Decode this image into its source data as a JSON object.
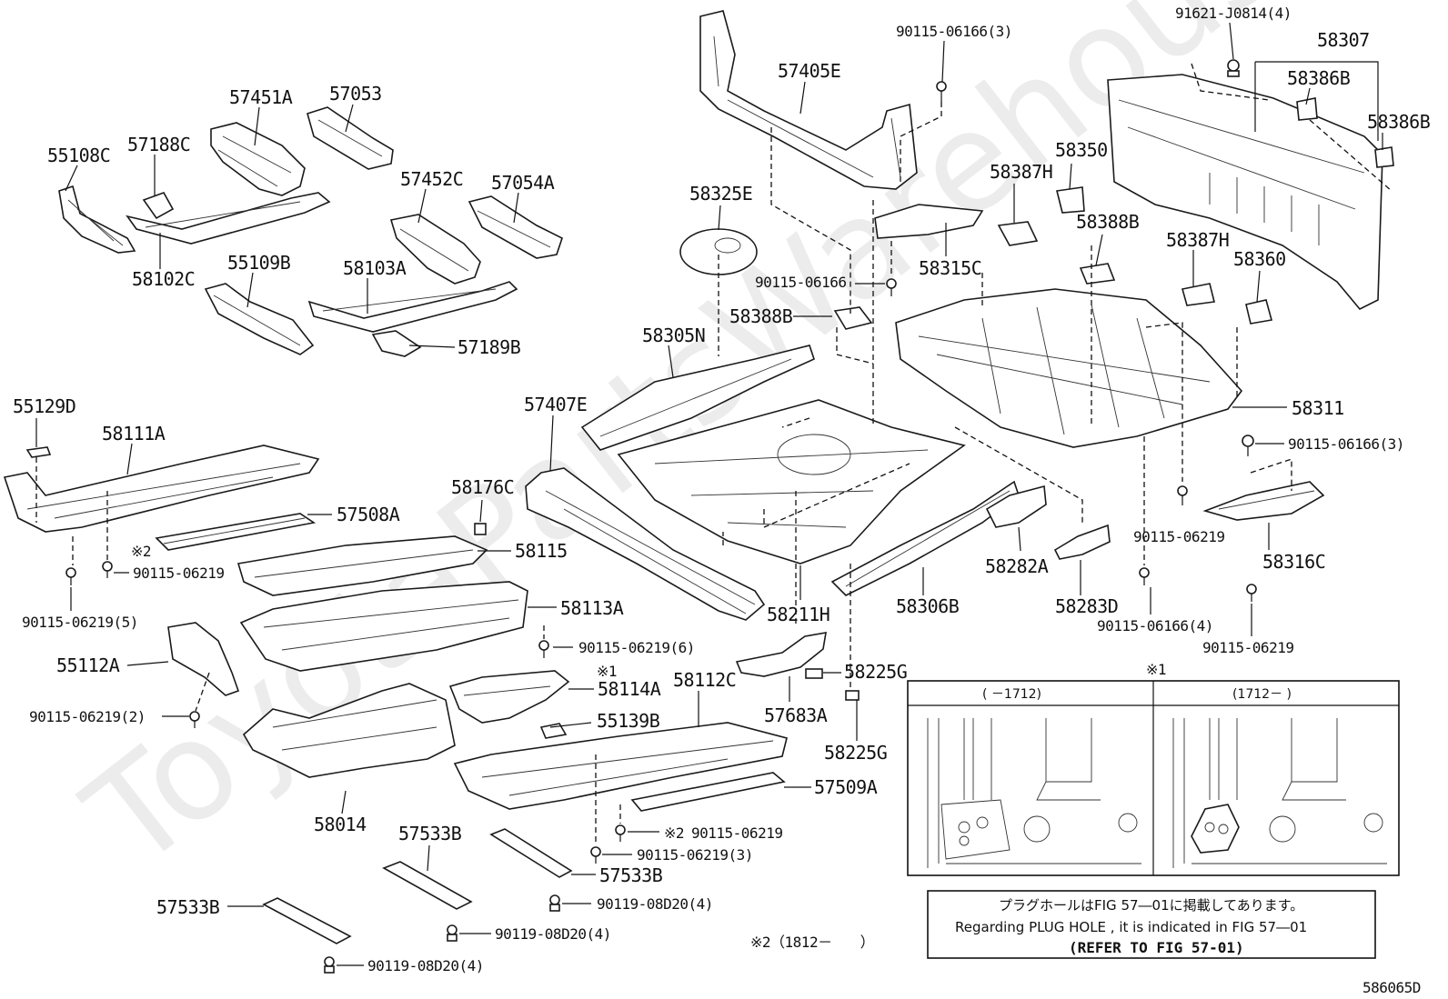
{
  "watermark": "ToyotaPartsWarehouse",
  "diagram_code": "586065D",
  "labels": {
    "p55108C": "55108C",
    "p57188C": "57188C",
    "p57451A": "57451A",
    "p57053": "57053",
    "p57452C": "57452C",
    "p57054A": "57054A",
    "p58102C": "58102C",
    "p55109B": "55109B",
    "p58103A": "58103A",
    "p57189B": "57189B",
    "p57405E": "57405E",
    "p90115_06166_3a": "90115-06166(3)",
    "p91621": "91621-J0814(4)",
    "p58307": "58307",
    "p58386B_a": "58386B",
    "p58386B_b": "58386B",
    "p58350": "58350",
    "p58387H_a": "58387H",
    "p58388B_a": "58388B",
    "p58387H_b": "58387H",
    "p58360": "58360",
    "p58325E": "58325E",
    "p90115_06166": "90115-06166",
    "p58315C": "58315C",
    "p58388B_b": "58388B",
    "p58305N": "58305N",
    "p58311": "58311",
    "p90115_06166_3b": "90115-06166(3)",
    "p55129D": "55129D",
    "p58111A": "58111A",
    "p57407E": "57407E",
    "p58176C": "58176C",
    "p57508A": "57508A",
    "p58115": "58115",
    "p90115_06219_a": "90115-06219",
    "p90115_06219_5": "90115-06219(5)",
    "p58113A": "58113A",
    "p90115_06219_6": "90115-06219(6)",
    "p55112A": "55112A",
    "p58114A": "58114A",
    "p90115_06219_2": "90115-06219(2)",
    "p58112C": "58112C",
    "p55139B": "55139B",
    "p57509A": "57509A",
    "p58014": "58014",
    "p90115_06219_b": "90115-06219",
    "p90115_06219_3": "90115-06219(3)",
    "p57533B_a": "57533B",
    "p57533B_b": "57533B",
    "p57533B_c": "57533B",
    "p90119_a": "90119-08D20(4)",
    "p90119_b": "90119-08D20(4)",
    "p90119_c": "90119-08D20(4)",
    "p58211H": "58211H",
    "p58306B": "58306B",
    "p58282A": "58282A",
    "p58283D": "58283D",
    "p58225G_a": "58225G",
    "p57683A": "57683A",
    "p58225G_b": "58225G",
    "p90115_06219_c": "90115-06219",
    "p90115_06166_4": "90115-06166(4)",
    "p58316C": "58316C",
    "p90115_06219_d": "90115-06219"
  },
  "marks": {
    "ref1": "※1",
    "ref1_inline": "※1",
    "ref2_a": "※2",
    "ref2_b": "※2"
  },
  "inset": {
    "left_header": "( －1712)",
    "right_header": "(1712－ )"
  },
  "note": {
    "jp": "プラグホールはFIG 57―01に掲載してあります。",
    "en": "Regarding  PLUG  HOLE , it is indicated in FIG  57―01",
    "ref": "(REFER TO FIG 57-01)"
  },
  "footnote": "※2（1812－　　）"
}
